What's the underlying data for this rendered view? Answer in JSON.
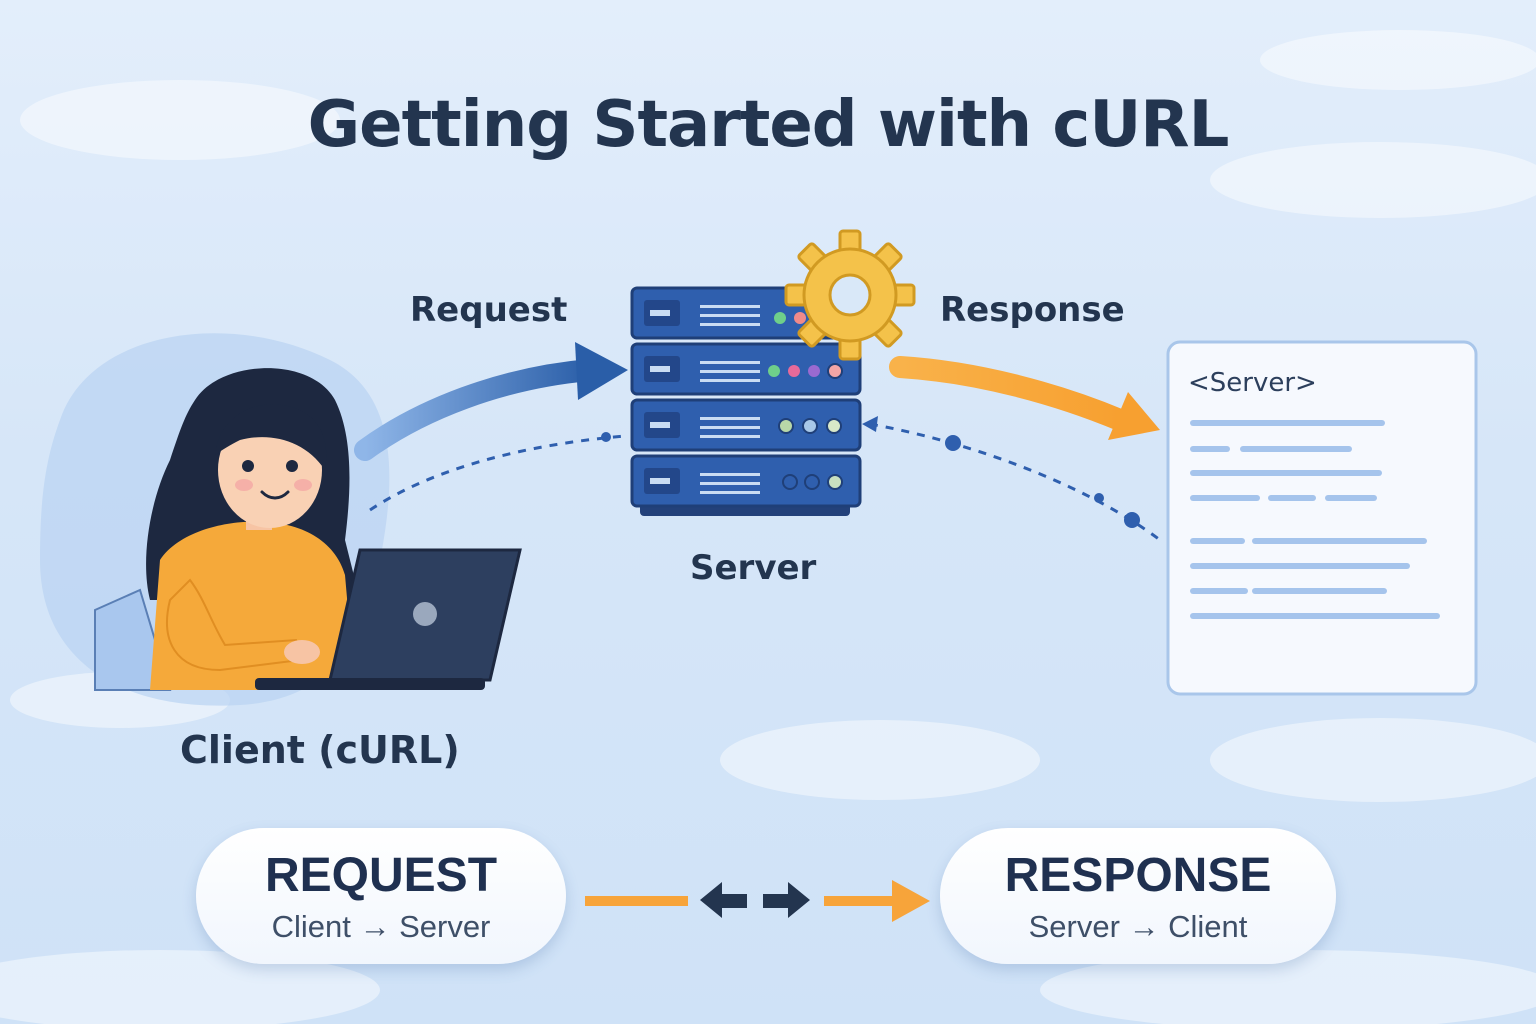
{
  "title": "Getting Started with cURL",
  "labels": {
    "request": "Request",
    "response": "Response",
    "server": "Server",
    "client": "Client (cURL)"
  },
  "document": {
    "tag": "<Server>"
  },
  "pills": {
    "request": {
      "title": "REQUEST",
      "subtitle": "Client → Server"
    },
    "response": {
      "title": "RESPONSE",
      "subtitle": "Server → Client"
    }
  },
  "colors": {
    "navy": "#23354f",
    "blue_arrow": "#2e63b0",
    "orange_arrow": "#f7a43a",
    "server_blue": "#2f5fae",
    "gear": "#f4c24a",
    "sweater": "#f5a93a",
    "laptop": "#2d3f5f"
  }
}
